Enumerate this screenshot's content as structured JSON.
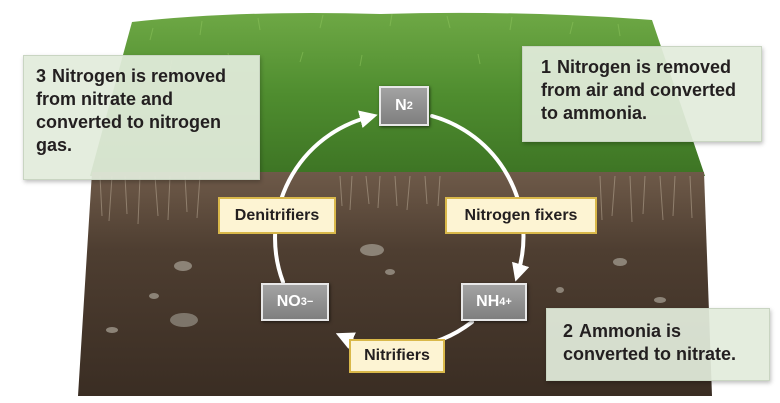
{
  "callouts": {
    "step1": {
      "number": "1",
      "text": "Nitrogen is removed from air and converted to ammonia."
    },
    "step2": {
      "number": "2",
      "text": "Ammonia is converted to nitrate."
    },
    "step3": {
      "number": "3",
      "text": "Nitrogen is removed from nitrate and converted to nitrogen gas."
    }
  },
  "compounds": {
    "n2": {
      "base": "N",
      "sub": "2"
    },
    "nh4": {
      "base": "NH",
      "sub": "4",
      "sup": "+"
    },
    "no3": {
      "base": "NO",
      "sub": "3",
      "sup": "−"
    }
  },
  "organisms": {
    "denitrifiers": "Denitrifiers",
    "fixers": "Nitrogen fixers",
    "nitrifiers": "Nitrifiers"
  },
  "colors": {
    "grass": "#4f8d2f",
    "soil": "#4a3a2e",
    "callout_bg": "#e2ecdc",
    "organism_border": "#d9b84a",
    "compound_bg": "#8f8f8f"
  }
}
